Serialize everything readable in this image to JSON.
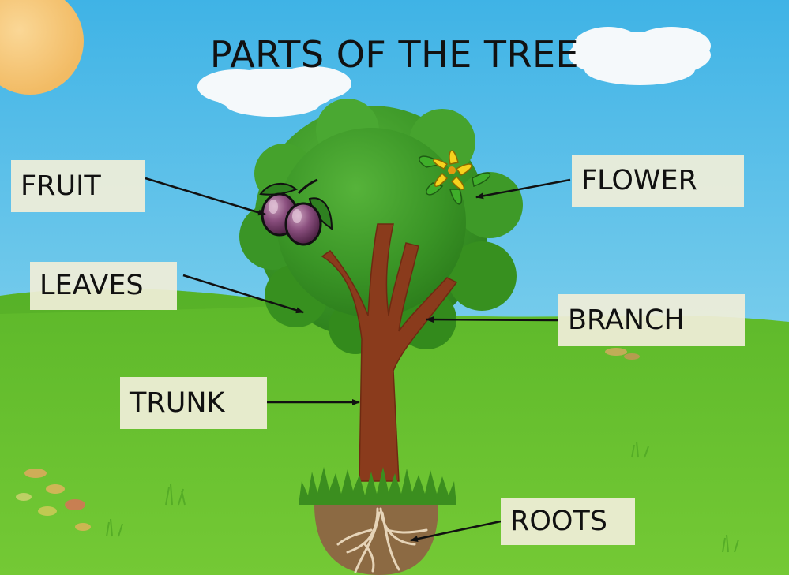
{
  "title": "PARTS OF THE TREE",
  "labels": {
    "fruit": "FRUIT",
    "flower": "FLOWER",
    "leaves": "LEAVES",
    "branch": "BRANCH",
    "trunk": "TRUNK",
    "roots": "ROOTS"
  },
  "colors": {
    "sky": "#40b8e6",
    "grass": "#6cc52e",
    "canopy": "#3c9a28",
    "trunk": "#8a3b1c",
    "soil": "#8c6a43",
    "sun": "#f6c676",
    "label_background": "#f0eed8"
  }
}
